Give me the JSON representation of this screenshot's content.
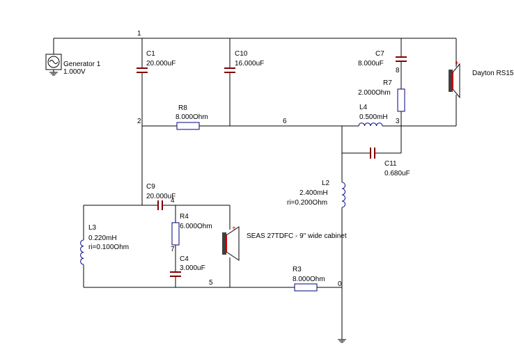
{
  "colors": {
    "wire": "#000000",
    "resistor": "#000080",
    "capacitor": "#800000",
    "inductor": "#000080",
    "speaker_magnet": "#404040",
    "speaker_cone": "#cc0000",
    "polarity": "#ff0000"
  },
  "nodes": {
    "n0": "0",
    "n1": "1",
    "n2": "2",
    "n3": "3",
    "n4": "4",
    "n5": "5",
    "n6": "6",
    "n7": "7",
    "n8": "8"
  },
  "components": {
    "generator": {
      "name": "Generator 1",
      "value": "1.000V",
      "icon": "ac-source-icon"
    },
    "c1": {
      "name": "C1",
      "value": "20.000uF"
    },
    "c10": {
      "name": "C10",
      "value": "16.000uF"
    },
    "c7": {
      "name": "C7",
      "value": "8.000uF"
    },
    "r7": {
      "name": "R7",
      "value": "2.000Ohm"
    },
    "r8": {
      "name": "R8",
      "value": "8.000Ohm"
    },
    "l4": {
      "name": "L4",
      "value": "0.500mH"
    },
    "c11": {
      "name": "C11",
      "value": "0.680uF"
    },
    "l2": {
      "name": "L2",
      "value": "2.400mH",
      "ri": "ri=0.200Ohm"
    },
    "c9": {
      "name": "C9",
      "value": "20.000uF"
    },
    "r4": {
      "name": "R4",
      "value": "6.000Ohm"
    },
    "c4": {
      "name": "C4",
      "value": "3.000uF"
    },
    "l3": {
      "name": "L3",
      "value": "0.220mH",
      "ri": "ri=0.100Ohm"
    },
    "r3": {
      "name": "R3",
      "value": "8.000Ohm"
    },
    "tweeter": {
      "name": "Dayton RS15",
      "icon": "speaker-icon",
      "polarity": "+"
    },
    "woofer": {
      "name": "SEAS 27TDFC - 9\" wide cabinet",
      "icon": "speaker-icon",
      "polarity": "+"
    },
    "ground": {
      "icon": "ground-icon"
    }
  }
}
